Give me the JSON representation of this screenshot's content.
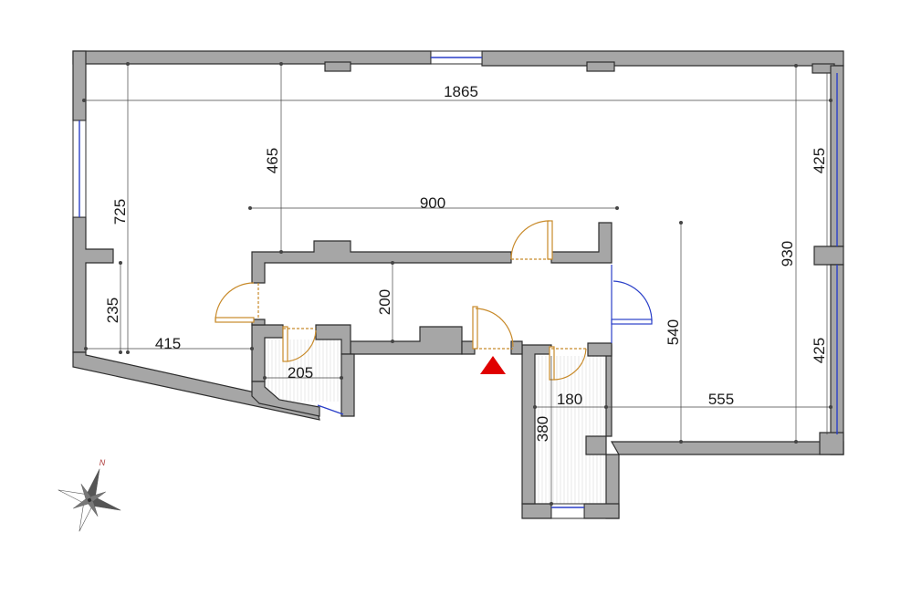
{
  "dimensions": {
    "overall_width": "1865",
    "upper_left_height": "465",
    "left_height": "725",
    "center_width": "900",
    "right_upper_height": "425",
    "right_lower_height": "425",
    "right_total_height": "930",
    "left_lower_height": "235",
    "left_lower_width": "415",
    "corridor_height": "200",
    "right_inner_height": "540",
    "bath_width": "205",
    "small_room_width": "180",
    "bottom_right_width": "555",
    "small_room_height": "380"
  },
  "compass": {
    "north_label": "N"
  },
  "colors": {
    "wall": "#a6a6a6",
    "door": "#c88a2a",
    "glass": "#2a3fc8",
    "entrance": "#e00000"
  }
}
